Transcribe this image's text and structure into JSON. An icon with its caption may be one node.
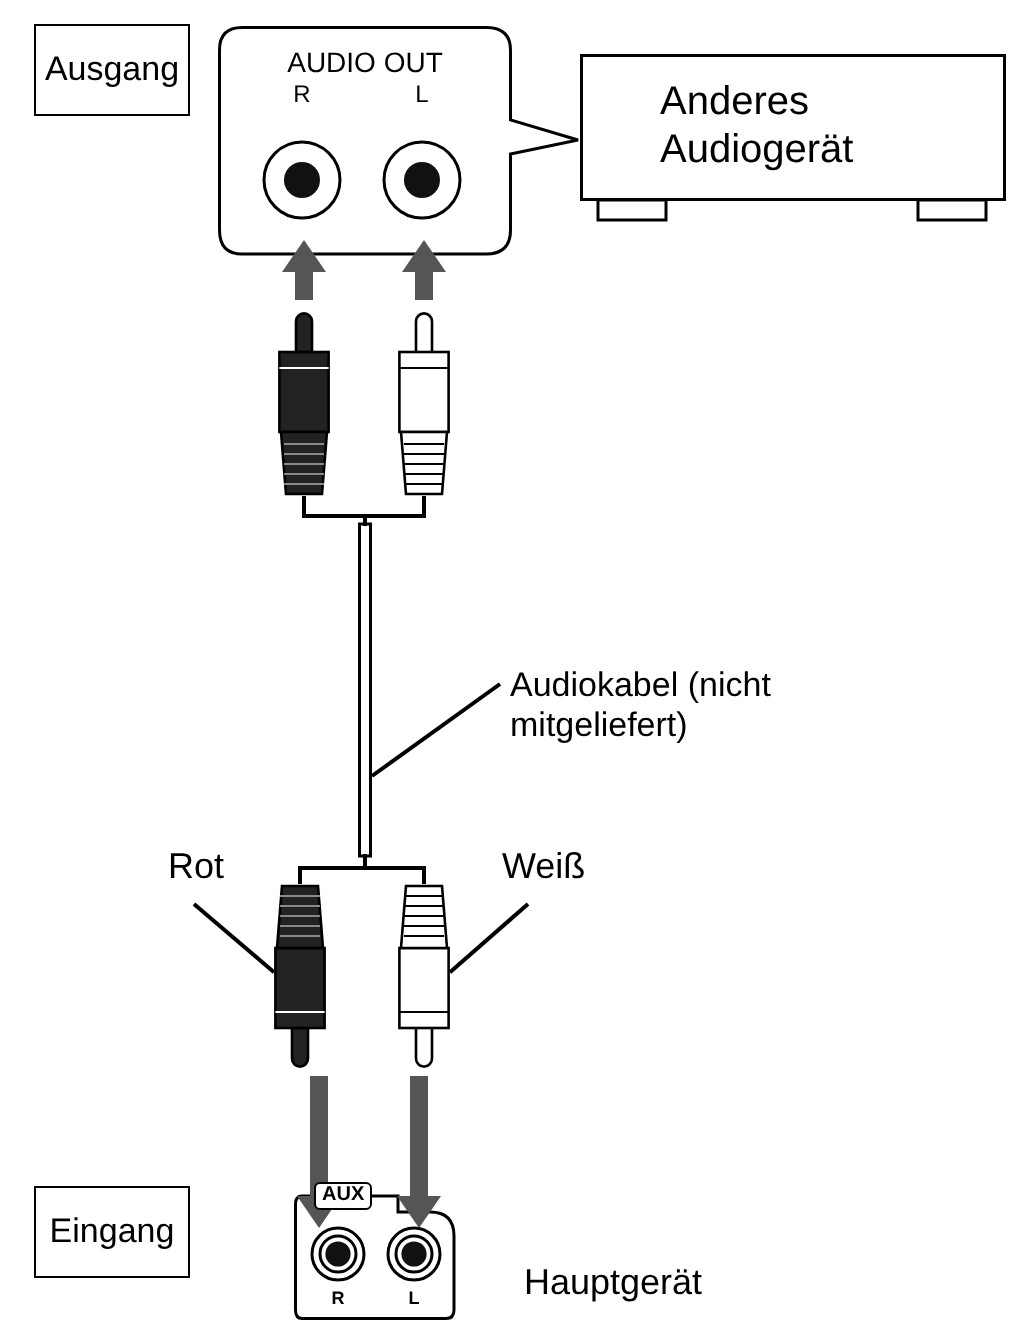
{
  "diagram": {
    "nodes": [
      {
        "text": [
          "Ausgang"
        ]
      },
      {
        "text": [
          "AUDIO OUT"
        ]
      },
      {
        "text": [],
        "shape": "circle",
        "in": 1
      },
      {
        "text": [],
        "shape": "circle",
        "in": 1
      },
      {
        "text": [
          "Anderes Audiogerät"
        ]
      },
      {
        "text": [],
        "shape": "plug"
      },
      {
        "text": [],
        "shape": "plug"
      },
      {
        "text": [
          "Audiokabel (nicht mitgeliefert)"
        ]
      },
      {
        "text": [],
        "shape": "cable"
      },
      {
        "text": [
          "Rot"
        ]
      },
      {
        "text": [],
        "shape": "plug"
      },
      {
        "text": [
          "Weiß"
        ]
      },
      {
        "text": [],
        "shape": "plug"
      },
      {
        "text": [
          "Eingang"
        ]
      },
      {
        "text": [
          "AUX"
        ],
        "beside": [
          "Hauptgerät"
        ]
      },
      {
        "text": [],
        "shape": "circle",
        "in": 14
      },
      {
        "text": [],
        "shape": "circle",
        "in": 14
      }
    ],
    "edges": [
      {
        "from": 5,
        "to": 2,
        "arrow": "to",
        "style": "thick",
        "color": "#555555"
      },
      {
        "from": 6,
        "to": 3,
        "arrow": "to",
        "style": "thick",
        "color": "#555555"
      },
      {
        "from": 8,
        "to": 5,
        "arrow": "none"
      },
      {
        "from": 8,
        "to": 6,
        "arrow": "none"
      },
      {
        "from": 7,
        "to": 8,
        "arrow": "none"
      },
      {
        "from": 8,
        "to": 10,
        "arrow": "none"
      },
      {
        "from": 8,
        "to": 12,
        "arrow": "none"
      },
      {
        "from": 9,
        "to": 10,
        "arrow": "none"
      },
      {
        "from": 11,
        "to": 12,
        "arrow": "none"
      },
      {
        "from": 10,
        "to": 15,
        "arrow": "to",
        "style": "thick",
        "color": "#555555"
      },
      {
        "from": 12,
        "to": 16,
        "arrow": "to",
        "style": "thick",
        "color": "#555555"
      }
    ],
    "labels": [
      "R",
      "L",
      "R",
      "L"
    ]
  }
}
